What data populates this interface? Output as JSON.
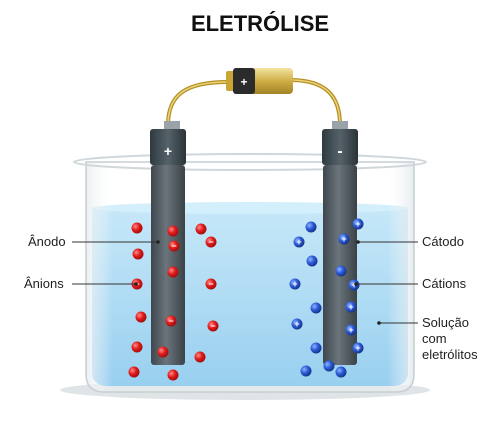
{
  "title": "ELETRÓLISE",
  "battery": {
    "plus_sign": "+"
  },
  "electrodes": {
    "anode_sign": "+",
    "cathode_sign": "-"
  },
  "labels": {
    "anodo": "Ânodo",
    "anions": "Ânions",
    "catodo": "Cátodo",
    "cations": "Cátions",
    "solucao_line1": "Solução",
    "solucao_line2": "com",
    "solucao_line3": "eletrólitos"
  },
  "ions": {
    "anion_sign": "−",
    "cation_sign": "+",
    "anion_color": "#e01b1b",
    "cation_color": "#2a5bd6"
  },
  "colors": {
    "solution": "#a9d8f3",
    "electrode": "#4f5960",
    "wire": "#c9a63a"
  }
}
